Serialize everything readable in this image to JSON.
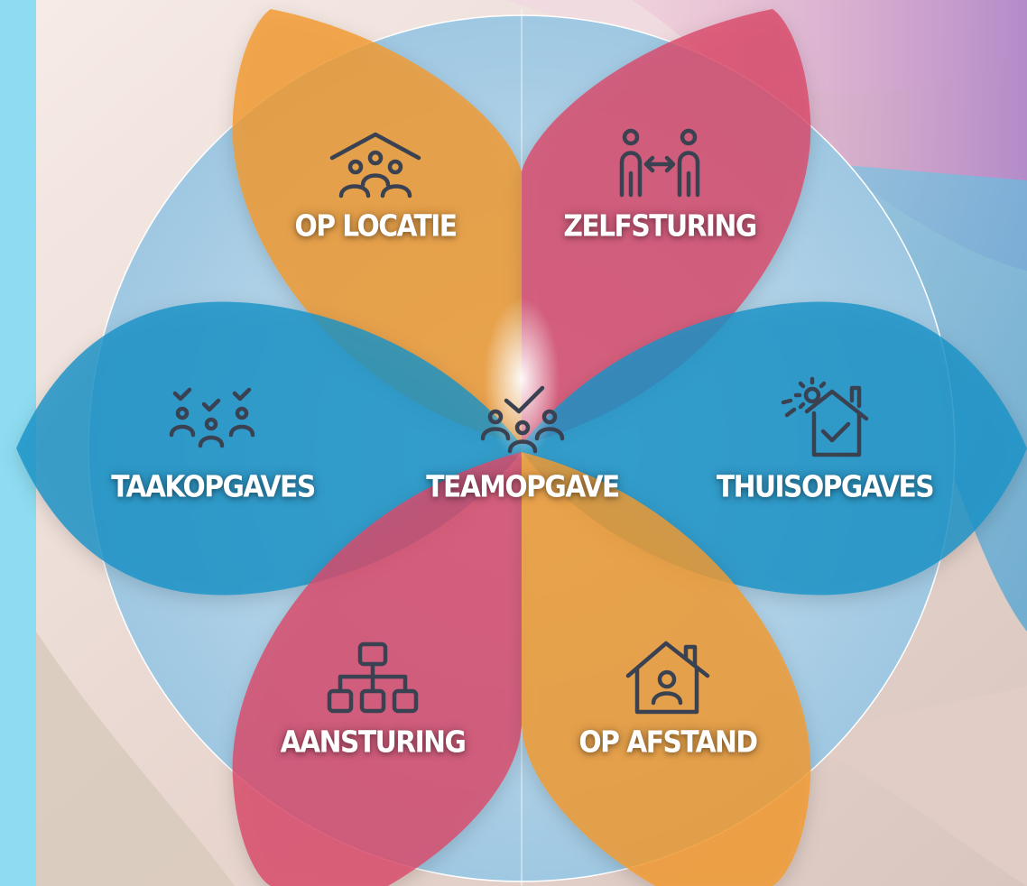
{
  "petals": [
    {
      "id": "op-locatie",
      "label": "OP LOCATIE",
      "color": "#f29a2e",
      "icon": "house-team-icon"
    },
    {
      "id": "zelfsturing",
      "label": "ZELFSTURING",
      "color": "#d94a6a",
      "icon": "people-exchange-icon"
    },
    {
      "id": "taakopgaves",
      "label": "TAAKOPGAVES",
      "color": "#1a93c6",
      "icon": "people-checklist-icon"
    },
    {
      "id": "thuisopgaves",
      "label": "THUISOPGAVES",
      "color": "#1a93c6",
      "icon": "home-sun-check-icon"
    },
    {
      "id": "aansturing",
      "label": "AANSTURING",
      "color": "#d94a6a",
      "icon": "org-chart-icon"
    },
    {
      "id": "op-afstand",
      "label": "OP AFSTAND",
      "color": "#f29a2e",
      "icon": "home-person-icon"
    }
  ],
  "center": {
    "label": "TEAMOPGAVE",
    "icon": "team-check-icon"
  },
  "colors": {
    "circle": "#a9cfe6",
    "left_strip": "#8edcf1",
    "icon_stroke": "#3a4252"
  }
}
